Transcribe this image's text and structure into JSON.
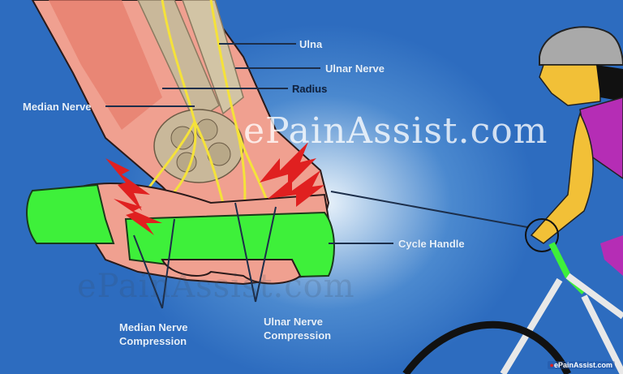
{
  "figure": {
    "subject": "Cyclist's palsy — nerve compression in wrist from cycle handle",
    "watermark": "ePainAssist.com",
    "watermark_faint": "ePainAssist.com",
    "corner_logo": "ePainAssist.com",
    "labels": {
      "ulna": "Ulna",
      "ulnar_nerve": "Ulnar Nerve",
      "radius": "Radius",
      "median_nerve": "Median Nerve",
      "cycle_handle": "Cycle Handle",
      "median_compression_line1": "Median Nerve",
      "median_compression_line2": "Compression",
      "ulnar_compression_line1": "Ulnar Nerve",
      "ulnar_compression_line2": "Compression"
    },
    "colors": {
      "background_blue": "#2d6cbf",
      "skin": "#f0a090",
      "skin_dark": "#e57a6a",
      "bone": "#c9b89a",
      "nerve": "#f5e23a",
      "handle": "#3ef03a",
      "pain_bolt": "#e02020",
      "helmet": "#a9a9a9",
      "cyclist_skin": "#f2c037",
      "jersey": "#b52db5",
      "bike_frame": "#e8e8e8",
      "tire": "#111111"
    }
  }
}
